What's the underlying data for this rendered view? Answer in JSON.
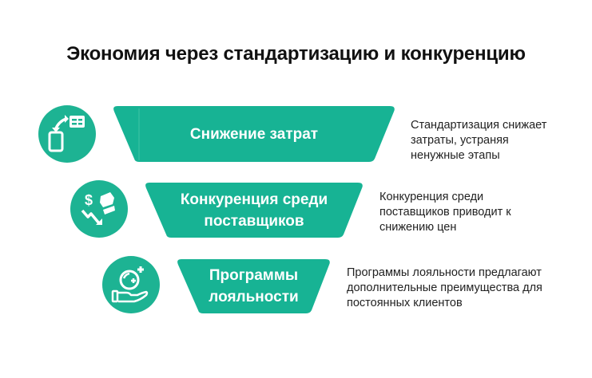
{
  "title": "Экономия через стандартизацию и конкуренцию",
  "colors": {
    "accent": "#1db393",
    "text": "#222222",
    "title": "#111111"
  },
  "items": [
    {
      "icon": "phone-exchange-table-icon",
      "label": "Снижение затрат",
      "description_lines": [
        "Стандартизация снижает",
        "затраты, устраняя",
        "ненужные этапы"
      ]
    },
    {
      "icon": "dollar-price-drop-icon",
      "label_lines": [
        "Конкуренция среди",
        "поставщиков"
      ],
      "description_lines": [
        "Конкуренция среди",
        "поставщиков приводит к",
        "снижению цен"
      ]
    },
    {
      "icon": "hand-holding-bonus-icon",
      "label_lines": [
        "Программы",
        "лояльности"
      ],
      "description_lines": [
        "Программы лояльности предлагают",
        "дополнительные преимущества для",
        "постоянных клиентов"
      ]
    }
  ]
}
